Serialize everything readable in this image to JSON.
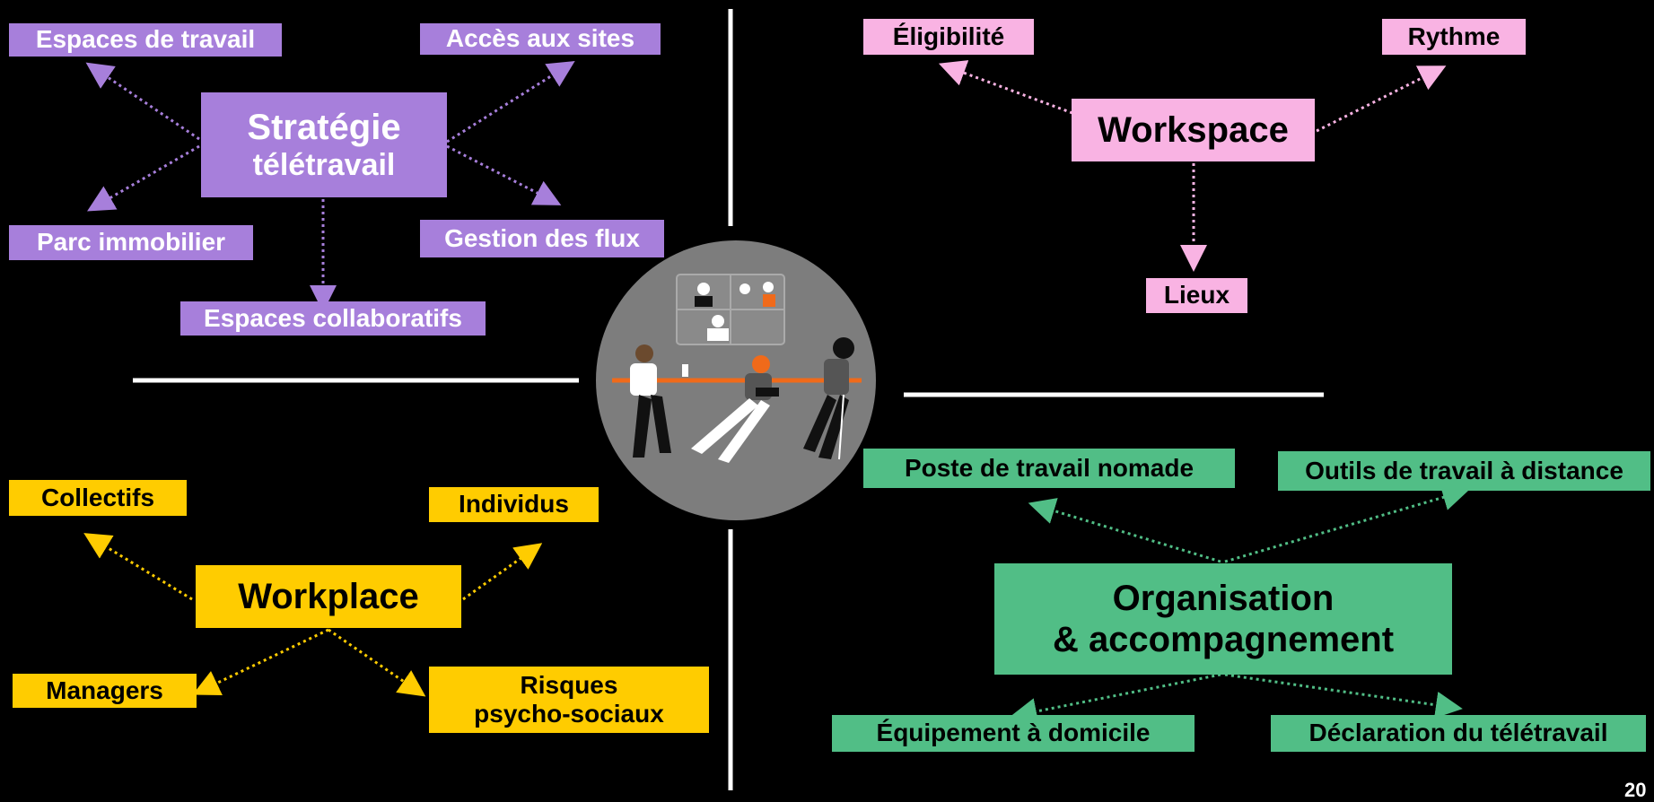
{
  "quadrants": {
    "strategie": {
      "center": {
        "line1": "Stratégie",
        "line2": "télétravail"
      },
      "items": {
        "espaces_travail": "Espaces de travail",
        "acces_sites": "Accès aux sites",
        "parc_immobilier": "Parc immobilier",
        "gestion_flux": "Gestion des flux",
        "espaces_collab": "Espaces collaboratifs"
      },
      "color": "#a77fdb"
    },
    "workspace": {
      "center": "Workspace",
      "items": {
        "eligibilite": "Éligibilité",
        "rythme": "Rythme",
        "lieux": "Lieux"
      },
      "color": "#f9b3e3"
    },
    "workplace": {
      "center": "Workplace",
      "items": {
        "collectifs": "Collectifs",
        "individus": "Individus",
        "managers": "Managers",
        "risques_line1": "Risques",
        "risques_line2": "psycho-sociaux"
      },
      "color": "#ffcc00"
    },
    "organisation": {
      "center": {
        "line1": "Organisation",
        "line2": "& accompagnement"
      },
      "items": {
        "poste_nomade": "Poste de travail nomade",
        "outils_distance": "Outils de travail à distance",
        "equipement_domicile": "Équipement à domicile",
        "declaration": "Déclaration du télétravail"
      },
      "color": "#51be86"
    }
  },
  "illustration": {
    "description_icon": "team-meeting-illustration",
    "accent": "#f06a1a",
    "circle_fill": "#7d7d7d"
  },
  "page_number": "20"
}
